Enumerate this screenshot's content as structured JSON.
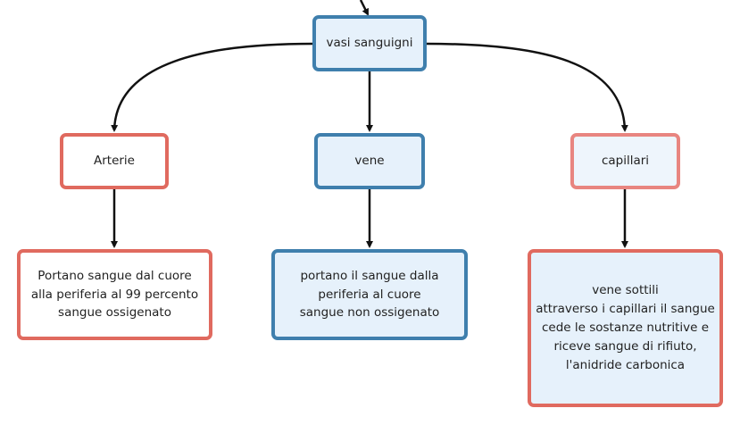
{
  "diagram": {
    "root": {
      "label": "vasi sanguigni"
    },
    "categories": [
      {
        "label": "Arterie"
      },
      {
        "label": "vene"
      },
      {
        "label": "capillari"
      }
    ],
    "details": [
      {
        "text": "Portano sangue dal cuore\nalla periferia al 99 percento\nsangue ossigenato"
      },
      {
        "text": "portano il sangue dalla\nperiferia al cuore\nsangue non ossigenato"
      },
      {
        "text": "vene sottili\nattraverso i capillari il sangue\ncede le sostanze nutritive  e\nriceve sangue di rifiuto,\nl'anidride carbonica"
      }
    ],
    "colors": {
      "blue_border": "#3f7fad",
      "blue_fill": "#e6f1fb",
      "red_border": "#e06a5f",
      "pink_border": "#e88580",
      "line": "#111111"
    }
  }
}
